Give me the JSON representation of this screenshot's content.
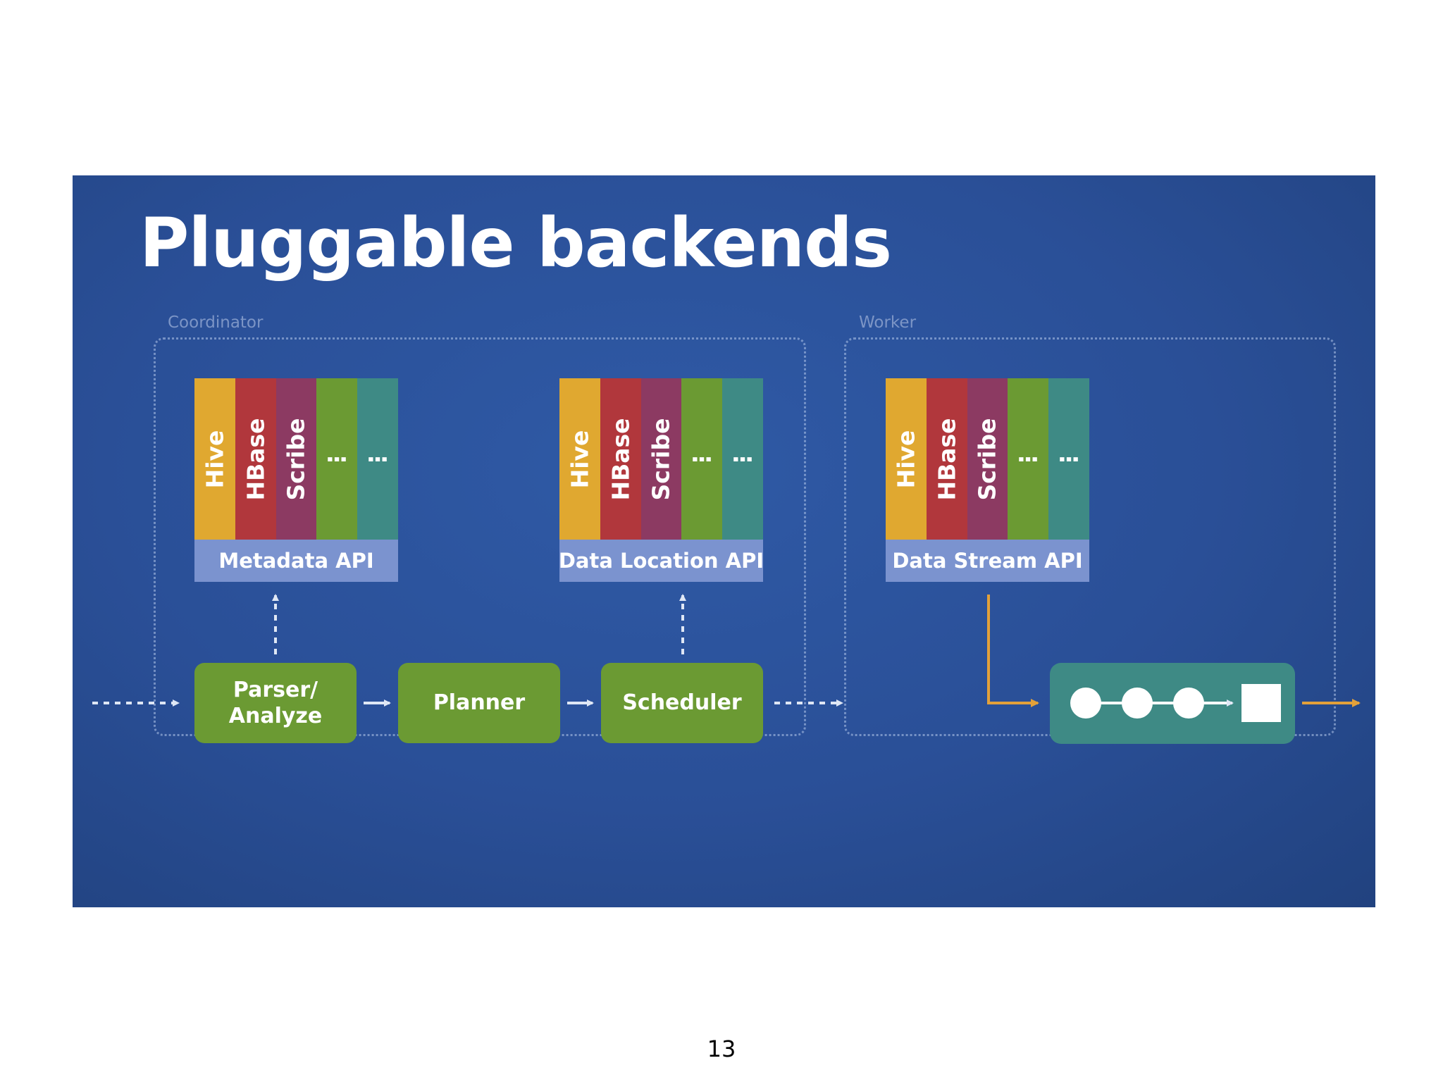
{
  "slide": {
    "title": "Pluggable backends",
    "background": "#2a4f97"
  },
  "groups": {
    "coordinator_label": "Coordinator",
    "worker_label": "Worker"
  },
  "stacks": [
    {
      "api": "Metadata API",
      "columns": [
        "Hive",
        "HBase",
        "Scribe",
        "⋮",
        "⋮"
      ]
    },
    {
      "api": "Data Location API",
      "columns": [
        "Hive",
        "HBase",
        "Scribe",
        "⋮",
        "⋮"
      ]
    },
    {
      "api": "Data Stream API",
      "columns": [
        "Hive",
        "HBase",
        "Scribe",
        "⋮",
        "⋮"
      ]
    }
  ],
  "pipeline": {
    "parser": "Parser/\nAnalyze",
    "planner": "Planner",
    "scheduler": "Scheduler"
  },
  "colors": {
    "hive": "#e0a830",
    "hbase": "#b1373c",
    "scribe": "#8c3a62",
    "green": "#6b9a33",
    "teal": "#3e8a85",
    "api": "#7b93cf",
    "stream_arrow": "#e3a13a"
  },
  "page_number": "13"
}
